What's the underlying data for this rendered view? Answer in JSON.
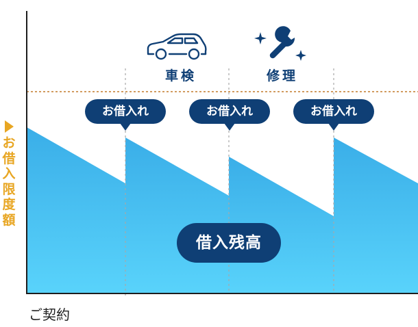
{
  "y_axis_label": "お借入限度額",
  "x_axis_start_label": "ご契約",
  "balance_label": "借入残高",
  "borrow_labels": [
    "お借入れ",
    "お借入れ",
    "お借入れ"
  ],
  "events": [
    {
      "label": "車検",
      "icon": "car-icon"
    },
    {
      "label": "修理",
      "icon": "wrench-sparkle-icon"
    }
  ],
  "colors": {
    "balance_fill_top": "#3aaee8",
    "balance_fill_bottom": "#59d3fb",
    "limit_line": "#c47a2a",
    "accent_navy": "#0f3f75",
    "limit_label": "#e8a623"
  }
}
